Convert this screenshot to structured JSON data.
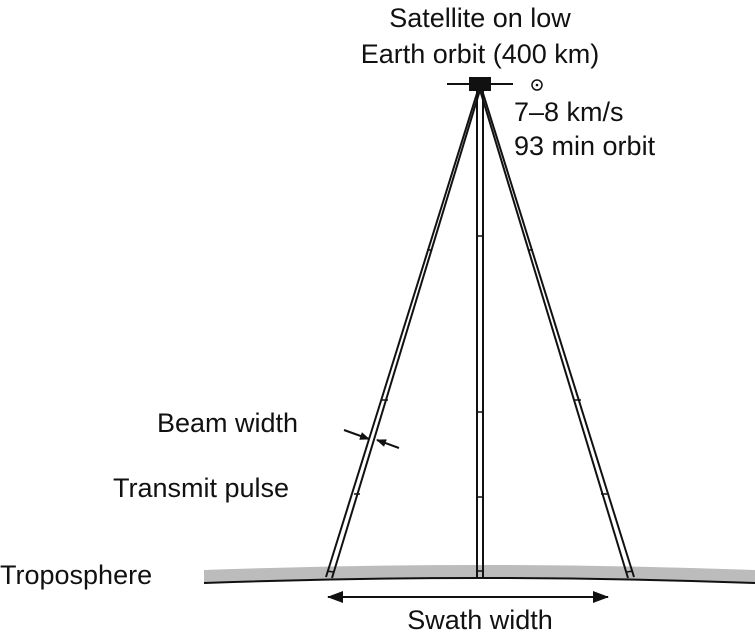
{
  "labels": {
    "satellite_line1": "Satellite on low",
    "satellite_line2": "Earth orbit (400 km)",
    "speed": "7–8 km/s",
    "period": "93 min orbit",
    "beam_width": "Beam width",
    "transmit_pulse": "Transmit pulse",
    "troposphere": "Troposphere",
    "swath_width": "Swath width"
  },
  "colors": {
    "troposphere": "#bcbcbc",
    "ink": "#111111"
  }
}
